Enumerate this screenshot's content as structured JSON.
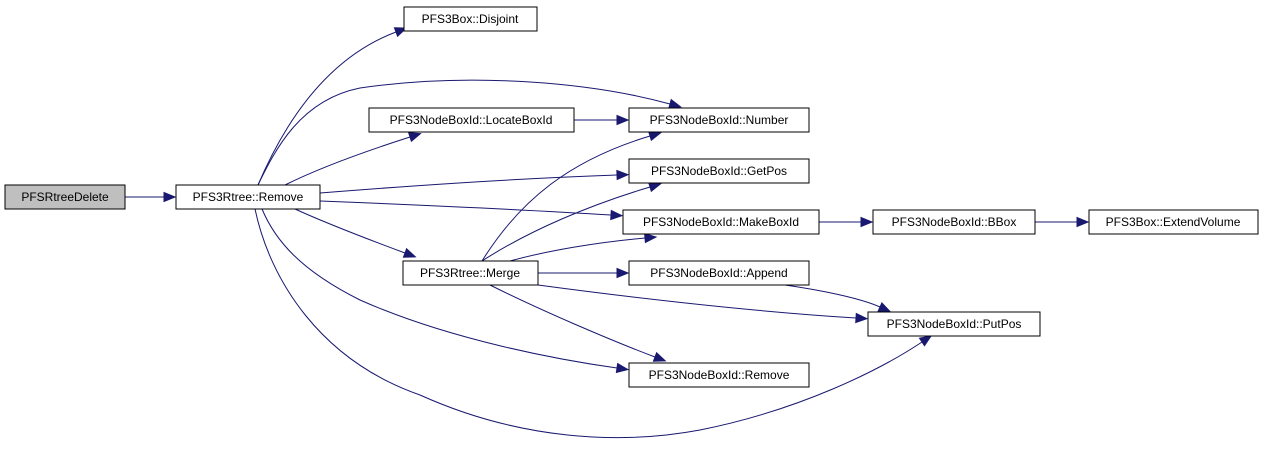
{
  "colors": {
    "edge": "#191970",
    "node_fill": "#ffffff",
    "focus_fill": "#bfbfbf",
    "node_border": "#000000"
  },
  "nodes": {
    "pfsrtreedelete": {
      "label": "PFSRtreeDelete",
      "focus": true
    },
    "rtree_remove": {
      "label": "PFS3Rtree::Remove"
    },
    "box_disjoint": {
      "label": "PFS3Box::Disjoint"
    },
    "locateboxid": {
      "label": "PFS3NodeBoxId::LocateBoxId"
    },
    "number": {
      "label": "PFS3NodeBoxId::Number"
    },
    "getpos": {
      "label": "PFS3NodeBoxId::GetPos"
    },
    "makeboxid": {
      "label": "PFS3NodeBoxId::MakeBoxId"
    },
    "bbox": {
      "label": "PFS3NodeBoxId::BBox"
    },
    "extendvolume": {
      "label": "PFS3Box::ExtendVolume"
    },
    "merge": {
      "label": "PFS3Rtree::Merge"
    },
    "append": {
      "label": "PFS3NodeBoxId::Append"
    },
    "putpos": {
      "label": "PFS3NodeBoxId::PutPos"
    },
    "nb_remove": {
      "label": "PFS3NodeBoxId::Remove"
    }
  },
  "edges": [
    {
      "from": "pfsrtreedelete",
      "to": "rtree_remove"
    },
    {
      "from": "rtree_remove",
      "to": "box_disjoint"
    },
    {
      "from": "rtree_remove",
      "to": "number"
    },
    {
      "from": "rtree_remove",
      "to": "locateboxid"
    },
    {
      "from": "rtree_remove",
      "to": "getpos"
    },
    {
      "from": "rtree_remove",
      "to": "makeboxid"
    },
    {
      "from": "rtree_remove",
      "to": "merge"
    },
    {
      "from": "rtree_remove",
      "to": "nb_remove"
    },
    {
      "from": "rtree_remove",
      "to": "putpos"
    },
    {
      "from": "locateboxid",
      "to": "number"
    },
    {
      "from": "merge",
      "to": "number"
    },
    {
      "from": "merge",
      "to": "getpos"
    },
    {
      "from": "merge",
      "to": "makeboxid"
    },
    {
      "from": "merge",
      "to": "append"
    },
    {
      "from": "merge",
      "to": "putpos"
    },
    {
      "from": "merge",
      "to": "nb_remove"
    },
    {
      "from": "makeboxid",
      "to": "bbox"
    },
    {
      "from": "bbox",
      "to": "extendvolume"
    },
    {
      "from": "append",
      "to": "putpos"
    }
  ]
}
